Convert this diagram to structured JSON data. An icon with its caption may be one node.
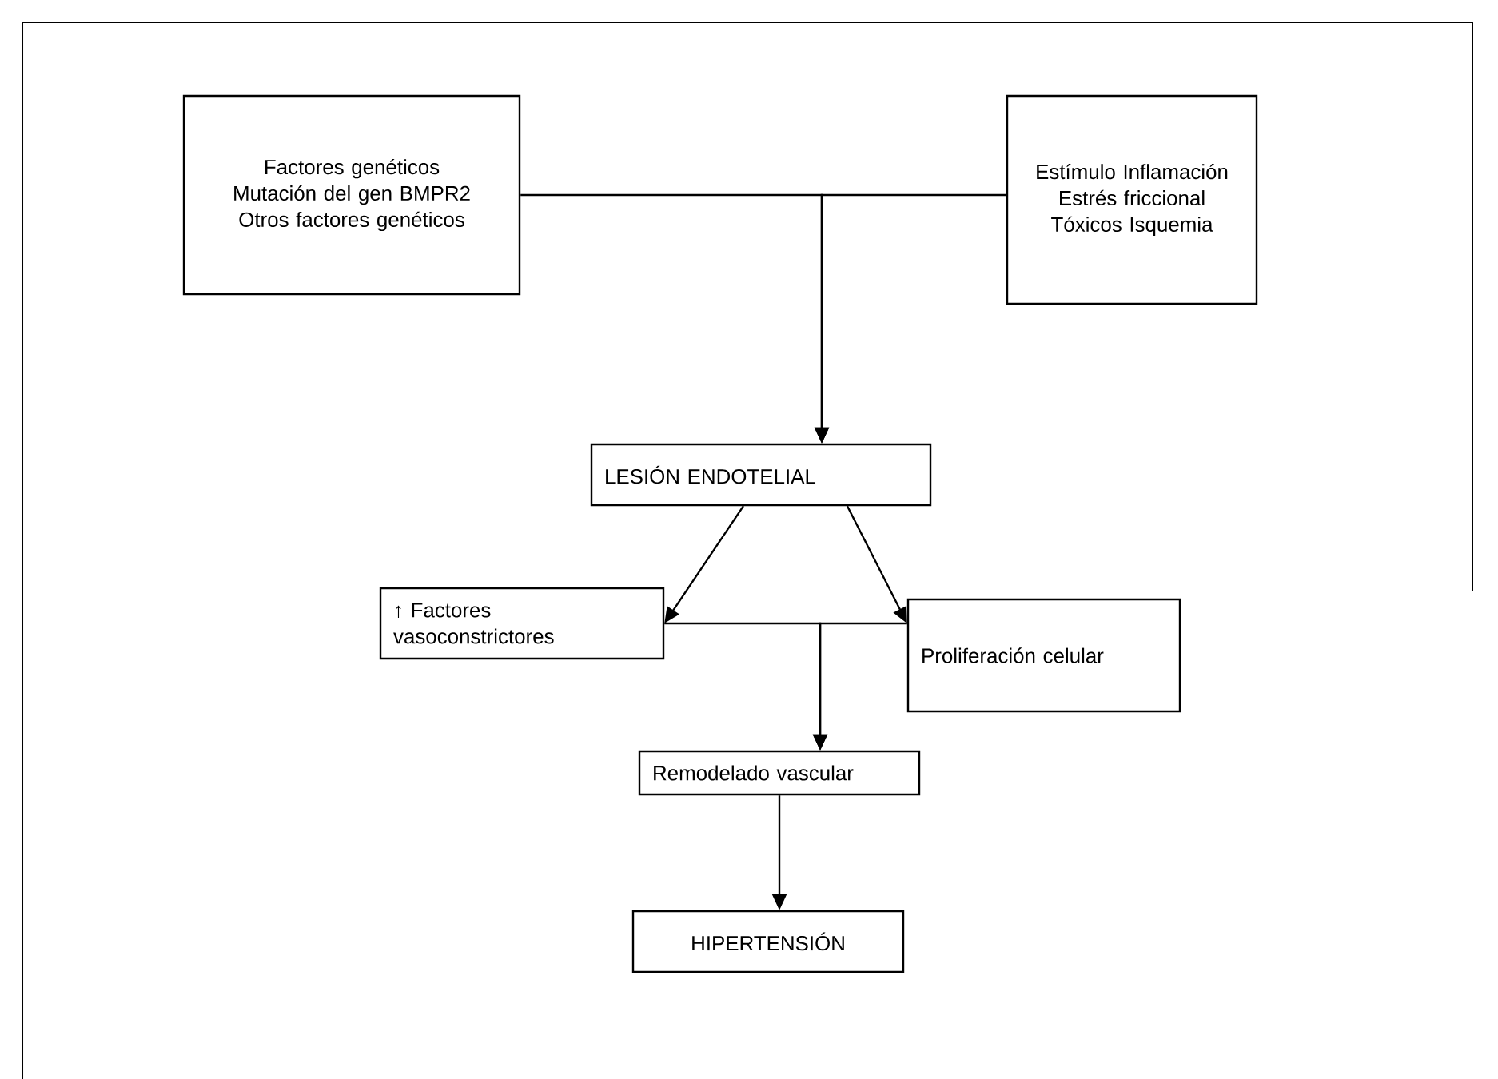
{
  "diagram": {
    "nodes": [
      {
        "text": [
          "Factores genéticos Mutación del gen BMPR2 Otros factores genéticos"
        ]
      },
      {
        "text": [
          "Estímulo Inflamación Estrés friccional Tóxicos Isquemia"
        ]
      },
      {
        "text": [
          "LESIÓN ENDOTELIAL"
        ]
      },
      {
        "text": [
          "↑ Factores vasoconstrictores"
        ]
      },
      {
        "text": [
          "Proliferación celular"
        ]
      },
      {
        "text": [
          "Remodelado vascular"
        ]
      },
      {
        "text": [
          "HIPERTENSIÓN"
        ]
      }
    ],
    "edges": [
      {
        "from": 0,
        "to": 2,
        "arrow": "to"
      },
      {
        "from": 1,
        "to": 2,
        "arrow": "to"
      },
      {
        "from": 2,
        "to": 3,
        "arrow": "to"
      },
      {
        "from": 2,
        "to": 4,
        "arrow": "to"
      },
      {
        "from": 3,
        "to": 5,
        "arrow": "to"
      },
      {
        "from": 4,
        "to": 5,
        "arrow": "to"
      },
      {
        "from": 5,
        "to": 6,
        "arrow": "to"
      }
    ]
  }
}
